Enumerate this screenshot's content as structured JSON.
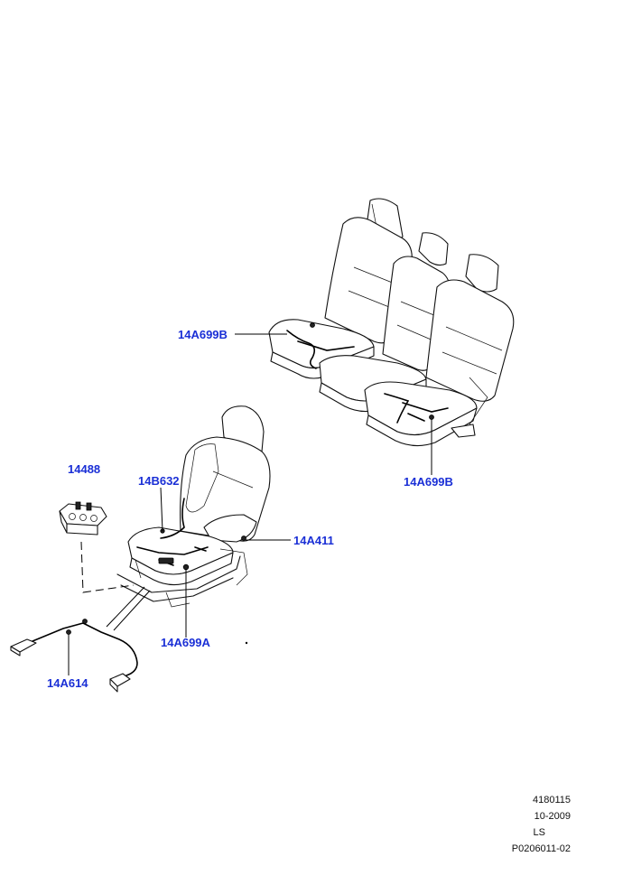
{
  "callouts": {
    "rear_left": "14A699B",
    "rear_right": "14A699B",
    "switch_pack": "14488",
    "backrest_harness": "14B632",
    "side_harness": "14A411",
    "cushion_harness": "14A699A",
    "link_harness": "14A614"
  },
  "meta": {
    "code": "4180115",
    "date": "10-2009",
    "model": "LS",
    "part_ref": "P0206011-02"
  },
  "colors": {
    "callout": "#1a2fd6",
    "line": "#111111"
  }
}
